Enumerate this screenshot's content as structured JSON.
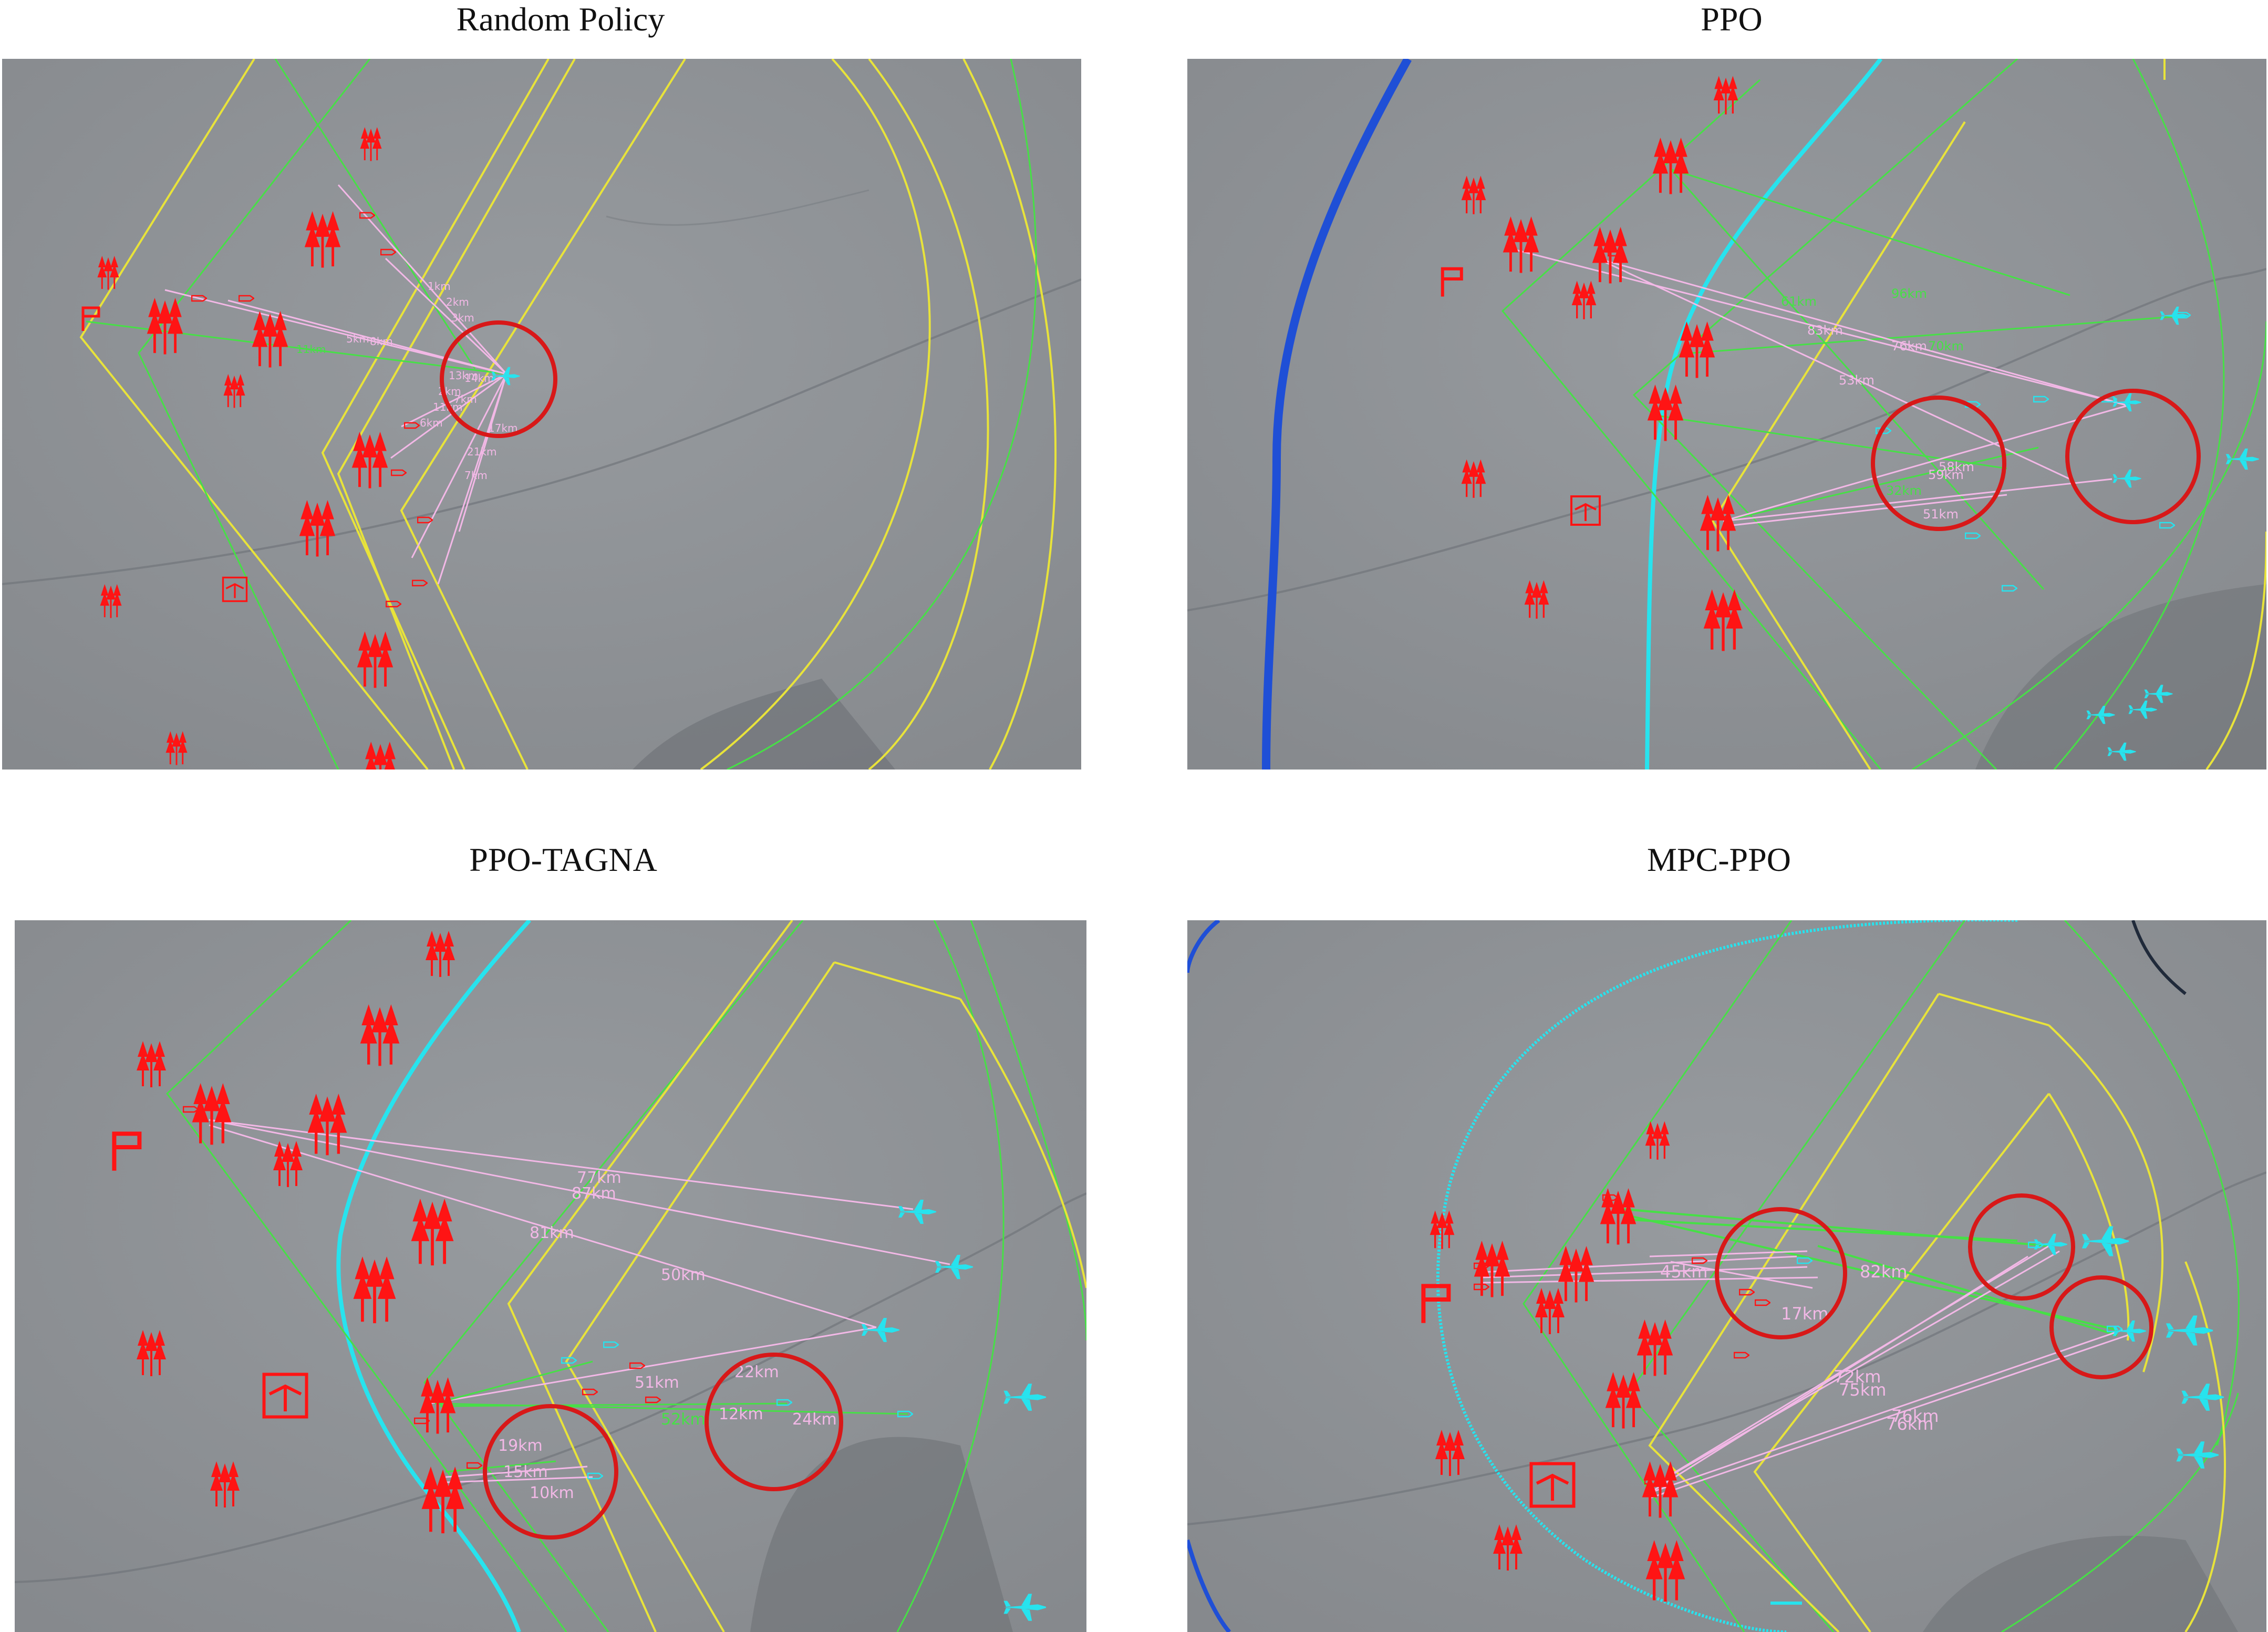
{
  "panels": [
    {
      "id": "random",
      "title": "Random Policy",
      "distance_labels": [
        "1km",
        "2km",
        "3km",
        "5km",
        "8km",
        "11km",
        "13km",
        "14km",
        "2km",
        "7km",
        "11km",
        "17km",
        "6km",
        "21km",
        "7km"
      ]
    },
    {
      "id": "ppo",
      "title": "PPO",
      "distance_labels": [
        "83km",
        "76km",
        "70km",
        "58km",
        "53km",
        "59km",
        "51km",
        "96km",
        "61km",
        "32km"
      ]
    },
    {
      "id": "ppo-tagna",
      "title": "PPO-TAGNA",
      "distance_labels": [
        "77km",
        "87km",
        "81km",
        "50km",
        "51km",
        "22km",
        "12km",
        "24km",
        "52km",
        "19km",
        "15km",
        "10km"
      ]
    },
    {
      "id": "mpc-ppo",
      "title": "MPC-PPO",
      "distance_labels": [
        "45km",
        "17km",
        "82km",
        "72km",
        "75km",
        "76km",
        "76km"
      ]
    }
  ],
  "colors": {
    "terrain": "#8f9397",
    "friendly_red": "#ff1414",
    "enemy_cyan": "#27e3ee",
    "range_green": "#46e046",
    "range_yellow": "#e8e33a",
    "track_pink": "#f2b8e6",
    "boundary_blue": "#1f4fd6",
    "highlight_circle": "#d81818"
  },
  "icons": [
    "friendly-unit-icon",
    "enemy-aircraft-icon",
    "flag-icon",
    "airbase-icon",
    "missile-icon"
  ]
}
